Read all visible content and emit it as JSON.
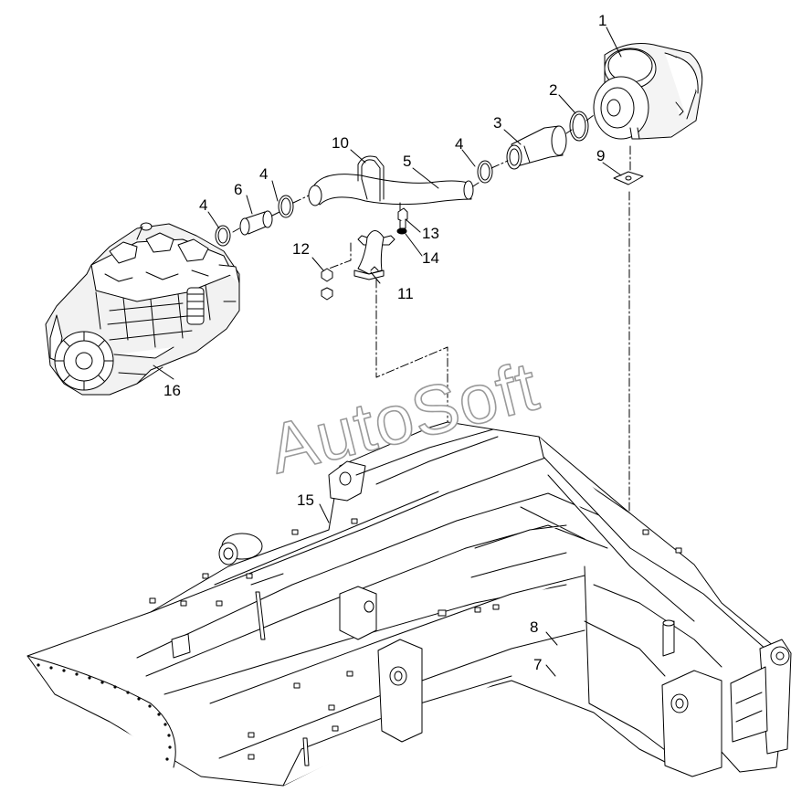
{
  "watermark": "AutoSoft",
  "callouts": [
    {
      "id": "c1",
      "text": "1"
    },
    {
      "id": "c2",
      "text": "2"
    },
    {
      "id": "c3",
      "text": "3"
    },
    {
      "id": "c4a",
      "text": "4"
    },
    {
      "id": "c4b",
      "text": "4"
    },
    {
      "id": "c4c",
      "text": "4"
    },
    {
      "id": "c5",
      "text": "5"
    },
    {
      "id": "c6",
      "text": "6"
    },
    {
      "id": "c7",
      "text": "7"
    },
    {
      "id": "c8",
      "text": "8"
    },
    {
      "id": "c9",
      "text": "9"
    },
    {
      "id": "c10",
      "text": "10"
    },
    {
      "id": "c11",
      "text": "11"
    },
    {
      "id": "c12",
      "text": "12"
    },
    {
      "id": "c13",
      "text": "13"
    },
    {
      "id": "c14",
      "text": "14"
    },
    {
      "id": "c15",
      "text": "15"
    },
    {
      "id": "c16",
      "text": "16"
    }
  ],
  "colors": {
    "line": "#000000",
    "background": "#ffffff",
    "watermark_stroke": "#9a9a9a"
  }
}
